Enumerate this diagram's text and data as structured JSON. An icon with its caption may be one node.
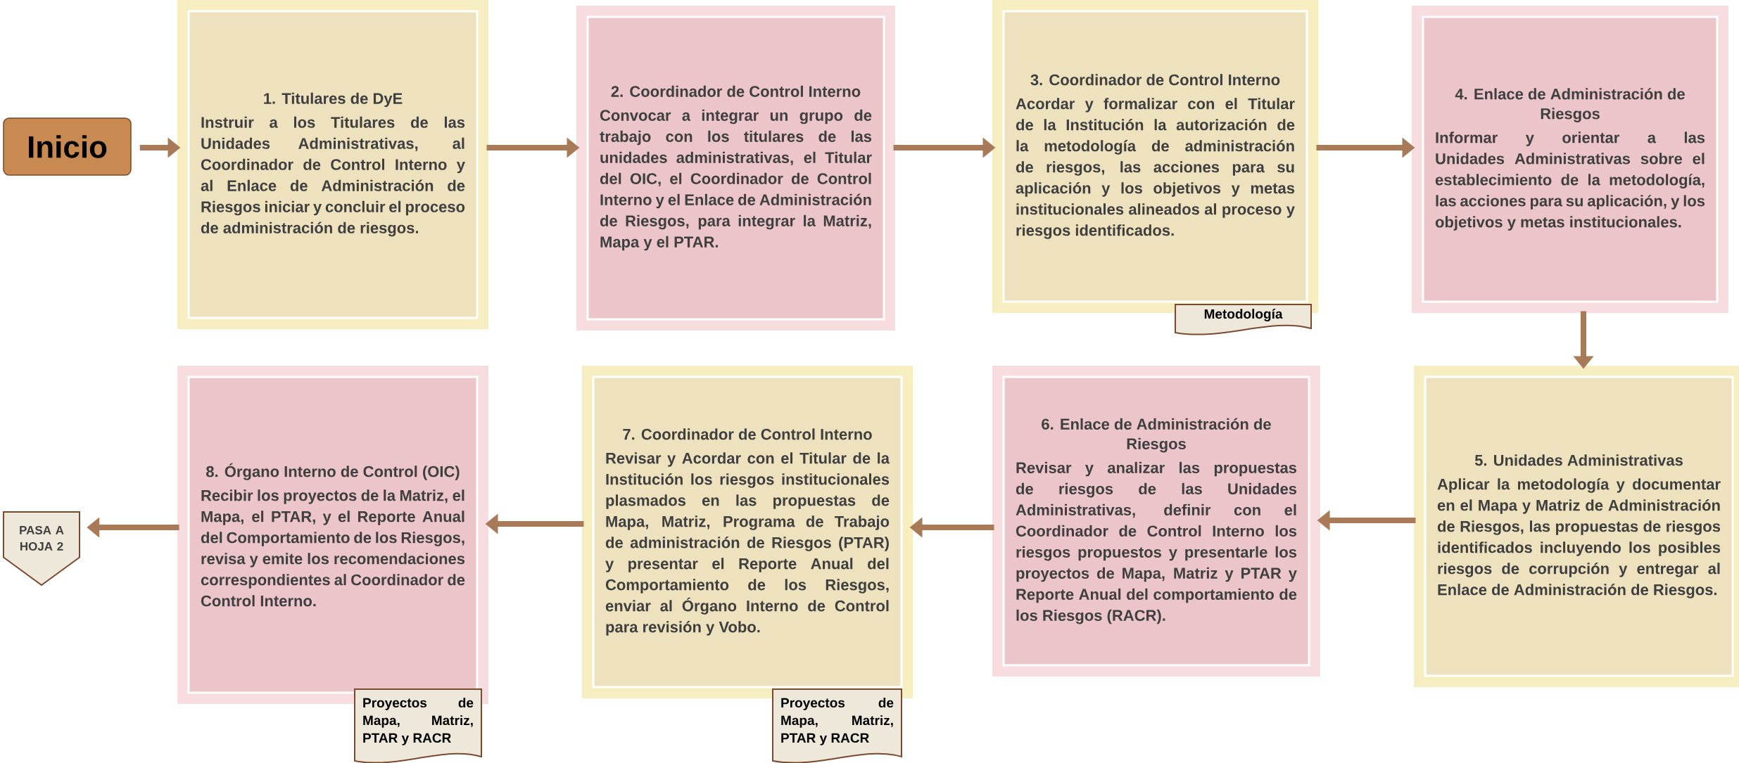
{
  "diagram": {
    "nodes": [
      {
        "text": [
          "Inicio"
        ]
      },
      {
        "text": [
          "1. Titulares de DyE",
          "Instruir a los Titulares de las Unidades Administrativas, al Coordinador de Control Interno y al Enlace de Administración de Riesgos iniciar y concluir el proceso de administración de riesgos."
        ]
      },
      {
        "text": [
          "2. Coordinador de Control Interno",
          "Convocar a integrar un grupo de trabajo con los titulares de las unidades administrativas, el Titular del OIC, el Coordinador de Control Interno y el Enlace de Administración de Riesgos, para integrar la Matriz, Mapa y el PTAR."
        ]
      },
      {
        "text": [
          "3. Coordinador de Control Interno",
          "Acordar y formalizar con el Titular de la Institución la autorización de la metodología de administración de riesgos, las acciones para su aplicación y los objetivos y metas institucionales alineados al proceso y riesgos identificados."
        ]
      },
      {
        "text": [
          "Metodología"
        ]
      },
      {
        "text": [
          "4. Enlace de Administración de Riesgos",
          "Informar y orientar a las Unidades Administrativas sobre el establecimiento de la metodología, las acciones para su aplicación, y los objetivos y metas institucionales."
        ]
      },
      {
        "text": [
          "5. Unidades Administrativas",
          "Aplicar la metodología y documentar en el Mapa y Matriz de Administración de Riesgos, las propuestas de riesgos identificados incluyendo los posibles riesgos de corrupción y entregar al Enlace de Administración de Riesgos."
        ]
      },
      {
        "text": [
          "6. Enlace de Administración de Riesgos",
          "Revisar y analizar las propuestas de riesgos de las Unidades Administrativas, definir con el Coordinador de Control Interno los riesgos propuestos y presentarle los proyectos de Mapa, Matriz y PTAR y Reporte Anual del comportamiento de los Riesgos (RACR)."
        ]
      },
      {
        "text": [
          "7. Coordinador de Control Interno",
          "Revisar y Acordar con el Titular de la Institución los riesgos institucionales plasmados en las propuestas de Mapa, Matriz, Programa de Trabajo de administración de Riesgos (PTAR) y presentar el Reporte Anual del Comportamiento de los Riesgos, enviar al Órgano Interno de Control para revisión y Vobo."
        ]
      },
      {
        "text": [
          "Proyectos de Mapa, Matriz, PTAR y RACR"
        ]
      },
      {
        "text": [
          "8. Órgano Interno de Control (OIC)",
          "Recibir los proyectos de la Matriz, el Mapa, el PTAR, y el Reporte Anual del Comportamiento de los Riesgos, revisa y emite los recomendaciones correspondientes al Coordinador de Control Interno."
        ]
      },
      {
        "text": [
          "Proyectos de Mapa, Matriz, PTAR y RACR"
        ]
      },
      {
        "text": [
          "PASA A HOJA 2"
        ]
      }
    ],
    "edges": [
      {
        "from": 0,
        "to": 1,
        "arrow": "to"
      },
      {
        "from": 1,
        "to": 2,
        "arrow": "to"
      },
      {
        "from": 2,
        "to": 3,
        "arrow": "to"
      },
      {
        "from": 3,
        "to": 5,
        "arrow": "to"
      },
      {
        "from": 5,
        "to": 6,
        "arrow": "to"
      },
      {
        "from": 6,
        "to": 7,
        "arrow": "to"
      },
      {
        "from": 7,
        "to": 8,
        "arrow": "to"
      },
      {
        "from": 8,
        "to": 10,
        "arrow": "to"
      },
      {
        "from": 10,
        "to": 12,
        "arrow": "to"
      }
    ]
  }
}
